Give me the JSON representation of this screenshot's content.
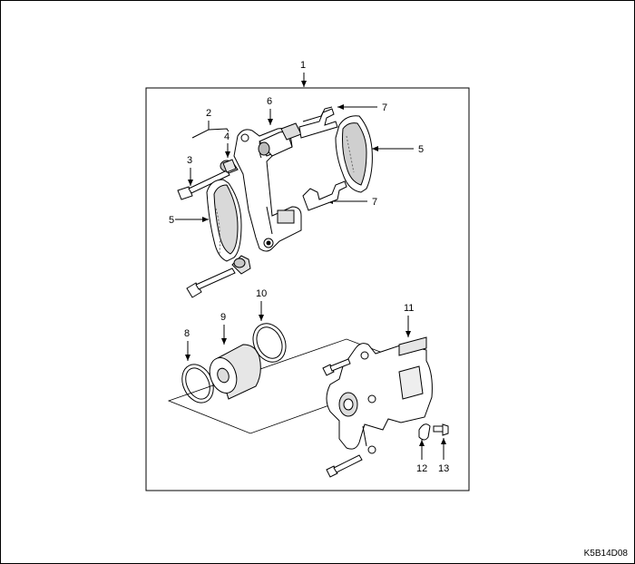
{
  "callouts": {
    "c1": "1",
    "c2": "2",
    "c3": "3",
    "c4": "4",
    "c5a": "5",
    "c5b": "5",
    "c6": "6",
    "c7a": "7",
    "c7b": "7",
    "c8": "8",
    "c9": "9",
    "c10": "10",
    "c11": "11",
    "c12": "12",
    "c13": "13"
  },
  "doc_code": "K5B14D08"
}
